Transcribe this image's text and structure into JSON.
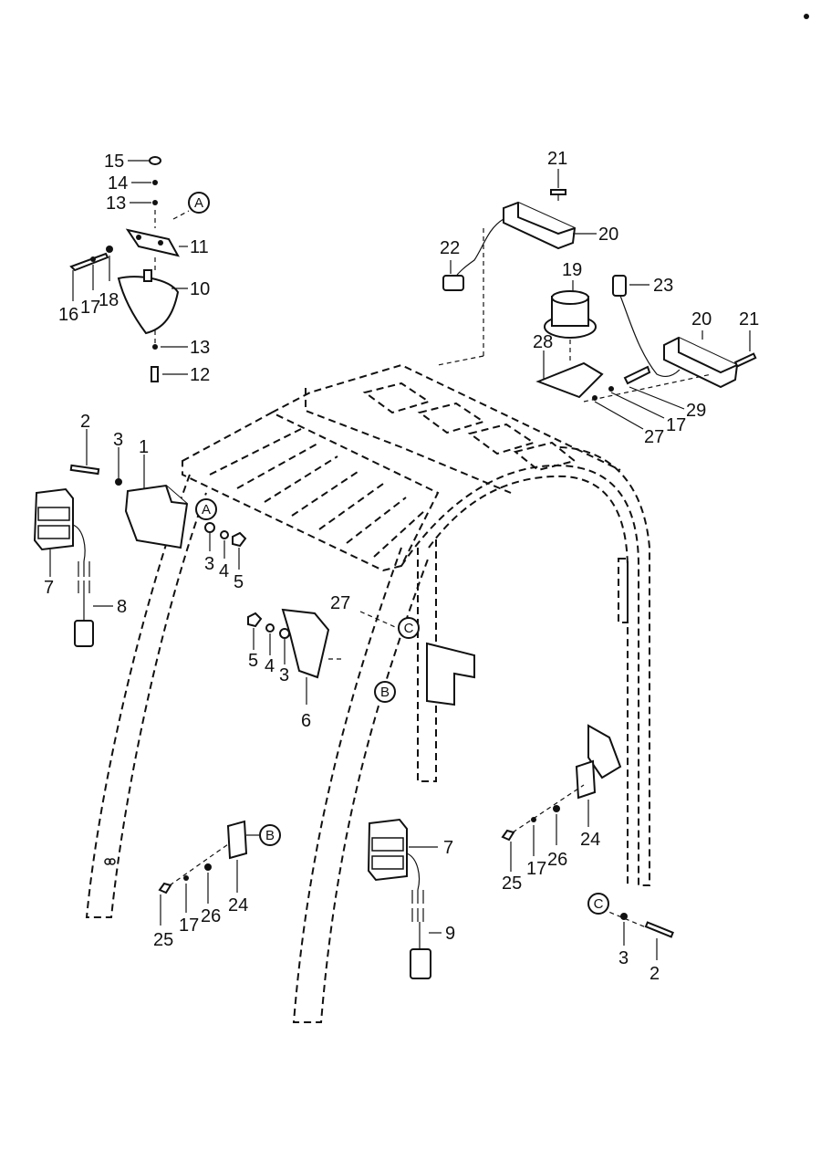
{
  "callouts": {
    "n15": "15",
    "n14": "14",
    "n13a": "13",
    "n11": "11",
    "n10": "10",
    "n16": "16",
    "n17a": "17",
    "n18": "18",
    "n13b": "13",
    "n12": "12",
    "n21a": "21",
    "n20a": "20",
    "n22": "22",
    "n19": "19",
    "n23": "23",
    "n20b": "20",
    "n21b": "21",
    "n28": "28",
    "n29": "29",
    "n17b": "17",
    "n27a": "27",
    "n2a": "2",
    "n3a": "3",
    "n1": "1",
    "n7a": "7",
    "n3b": "3",
    "n4a": "4",
    "n5a": "5",
    "n8": "8",
    "n27b": "27",
    "n5b": "5",
    "n4b": "4",
    "n3c": "3",
    "n6": "6",
    "n24a": "24",
    "n17c": "17",
    "n26a": "26",
    "n25a": "25",
    "n7b": "7",
    "n9": "9",
    "n24b": "24",
    "n17d": "17",
    "n26b": "26",
    "n25b": "25",
    "n3d": "3",
    "n2b": "2"
  },
  "refs": {
    "a1": "A",
    "a2": "A",
    "b1": "B",
    "b2": "B",
    "c1": "C",
    "c2": "C"
  }
}
